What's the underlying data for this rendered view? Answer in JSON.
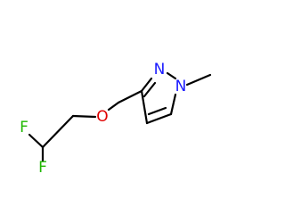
{
  "molecule": {
    "atoms": {
      "f1": "F",
      "f2": "F",
      "o": "O",
      "n2": "N",
      "n1": "N"
    },
    "colors": {
      "fluorine": "#1fb800",
      "oxygen": "#e00000",
      "nitrogen": "#1a1aff",
      "bond": "#000000",
      "background": "#ffffff"
    }
  }
}
